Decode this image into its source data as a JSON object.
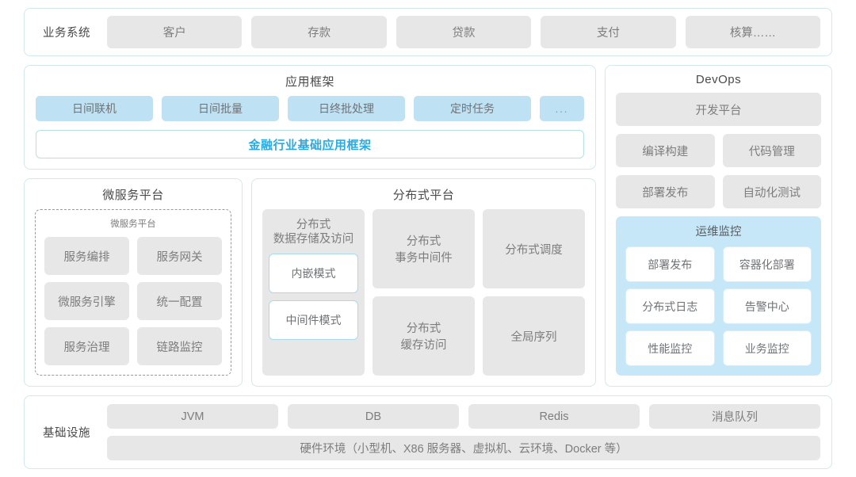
{
  "business_systems": {
    "label": "业务系统",
    "items": [
      "客户",
      "存款",
      "贷款",
      "支付",
      "核算……"
    ]
  },
  "app_framework": {
    "title": "应用框架",
    "tags": [
      "日间联机",
      "日间批量",
      "日终批处理",
      "定时任务",
      "..."
    ],
    "accent": "金融行业基础应用框架",
    "accent_color": "#29abe2"
  },
  "microservice_platform": {
    "title": "微服务平台",
    "inner_title": "微服务平台",
    "items": [
      "服务编排",
      "服务网关",
      "微服务引擎",
      "统一配置",
      "服务治理",
      "链路监控"
    ]
  },
  "distributed_platform": {
    "title": "分布式平台",
    "storage": {
      "label": "分布式\n数据存储及访问",
      "modes": [
        "内嵌模式",
        "中间件模式"
      ]
    },
    "col2": [
      "分布式\n事务中间件",
      "分布式\n缓存访问"
    ],
    "col3": [
      "分布式调度",
      "全局序列"
    ]
  },
  "devops": {
    "title": "DevOps",
    "platform": "开发平台",
    "items": [
      "编译构建",
      "代码管理",
      "部署发布",
      "自动化测试"
    ],
    "ops_monitoring": {
      "title": "运维监控",
      "panel_color": "#c6e7f8",
      "items": [
        "部署发布",
        "容器化部署",
        "分布式日志",
        "告警中心",
        "性能监控",
        "业务监控"
      ]
    }
  },
  "infrastructure": {
    "label": "基础设施",
    "items": [
      "JVM",
      "DB",
      "Redis",
      "消息队列"
    ],
    "hardware": "硬件环境（小型机、X86 服务器、虚拟机、云环境、Docker 等）"
  },
  "theme": {
    "panel_border": "#d2e8ea",
    "gray_card": "#e7e7e7",
    "blue_tag": "#bee2f4",
    "text_gray": "#7d7d7d"
  }
}
